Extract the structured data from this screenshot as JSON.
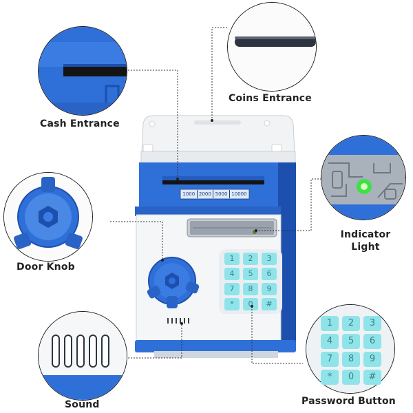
{
  "labels": {
    "cash_entrance": "Cash Entrance",
    "coins_entrance": "Coins Entrance",
    "indicator_light_line1": "Indicator",
    "indicator_light_line2": "Light",
    "door_knob": "Door Knob",
    "sound": "Sound",
    "password_button": "Password Button"
  },
  "cash_slot_denominations": [
    "1000",
    "2000",
    "5000",
    "10000"
  ],
  "keypad_keys": [
    "1",
    "2",
    "3",
    "4",
    "5",
    "6",
    "7",
    "8",
    "9",
    "*",
    "0",
    "#"
  ],
  "colors": {
    "blue": "#2f6fd8",
    "dark_blue": "#1d4fae",
    "white_body": "#f4f6f8",
    "keypad_teal": "#8fe4ea",
    "indicator_green": "#3ee04a"
  }
}
